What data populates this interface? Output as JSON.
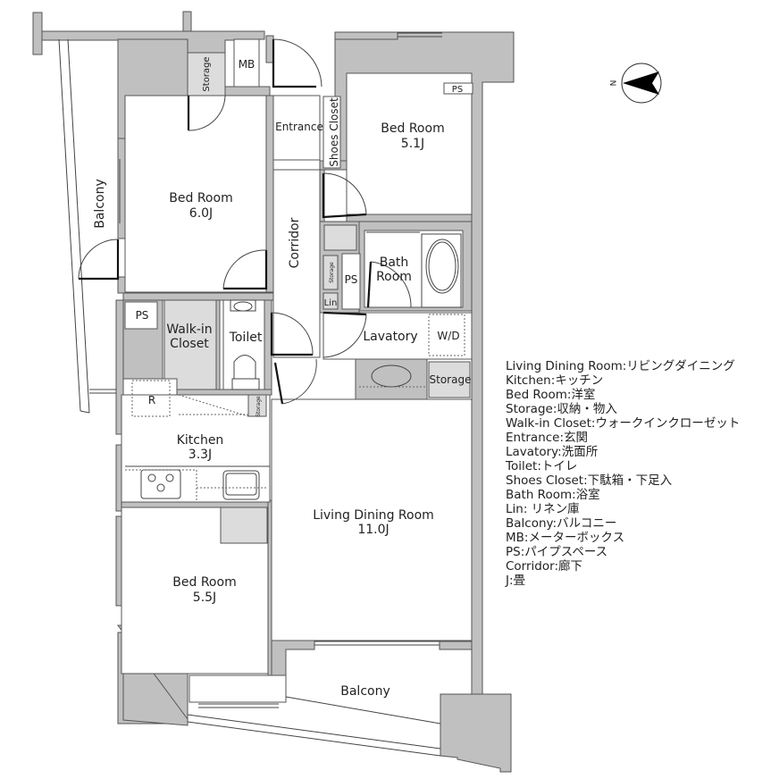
{
  "rooms": {
    "bed_nw": {
      "name": "Bed Room",
      "size": "6.0J"
    },
    "bed_ne": {
      "name": "Bed Room",
      "size": "5.1J"
    },
    "bed_sw": {
      "name": "Bed Room",
      "size": "5.5J"
    },
    "kitchen": {
      "name": "Kitchen",
      "size": "3.3J"
    },
    "ldr": {
      "name": "Living Dining Room",
      "size": "11.0J"
    },
    "entrance": "Entrance",
    "shoes_closet": "Shoes Closet",
    "corridor": "Corridor",
    "bath": {
      "line1": "Bath",
      "line2": "Room"
    },
    "lavatory": "Lavatory",
    "wd": "W/D",
    "toilet": "Toilet",
    "walkin": {
      "line1": "Walk-in",
      "line2": "Closet"
    },
    "ps_left": "PS",
    "ps_top": "PS",
    "ps_mid": "PS",
    "mb": "MB",
    "storage_top": "Storage",
    "storage_corr": "Storage",
    "storage_lav": "Storage",
    "storage_kitchen": "Storage",
    "lin": "Lin",
    "fridge": "R",
    "balcony_west": "Balcony",
    "balcony_south": "Balcony"
  },
  "compass": {
    "label": "N"
  },
  "legend": [
    {
      "term": "Living Dining Room",
      "meaning": "リビングダイニング"
    },
    {
      "term": "Kitchen",
      "meaning": "キッチン"
    },
    {
      "term": "Bed Room",
      "meaning": "洋室"
    },
    {
      "term": "Storage",
      "meaning": "収納・物入"
    },
    {
      "term": "Walk-in Closet",
      "meaning": "ウォークインクローゼット"
    },
    {
      "term": "Entrance",
      "meaning": "玄関"
    },
    {
      "term": "Lavatory",
      "meaning": "洗面所"
    },
    {
      "term": "Toilet",
      "meaning": "トイレ"
    },
    {
      "term": "Shoes Closet",
      "meaning": "下駄箱・下足入"
    },
    {
      "term": "Bath Room",
      "meaning": "浴室"
    },
    {
      "term": "Lin",
      "meaning": " リネン庫"
    },
    {
      "term": "Balcony",
      "meaning": "バルコニー"
    },
    {
      "term": "MB",
      "meaning": "メーターボックス"
    },
    {
      "term": "PS",
      "meaning": "パイプスペース"
    },
    {
      "term": "Corridor",
      "meaning": "廊下"
    },
    {
      "term": "J",
      "meaning": "畳"
    }
  ],
  "colors": {
    "wall": "#c0c0c0",
    "storage_fill": "#dcdcdc",
    "line": "#555555"
  }
}
